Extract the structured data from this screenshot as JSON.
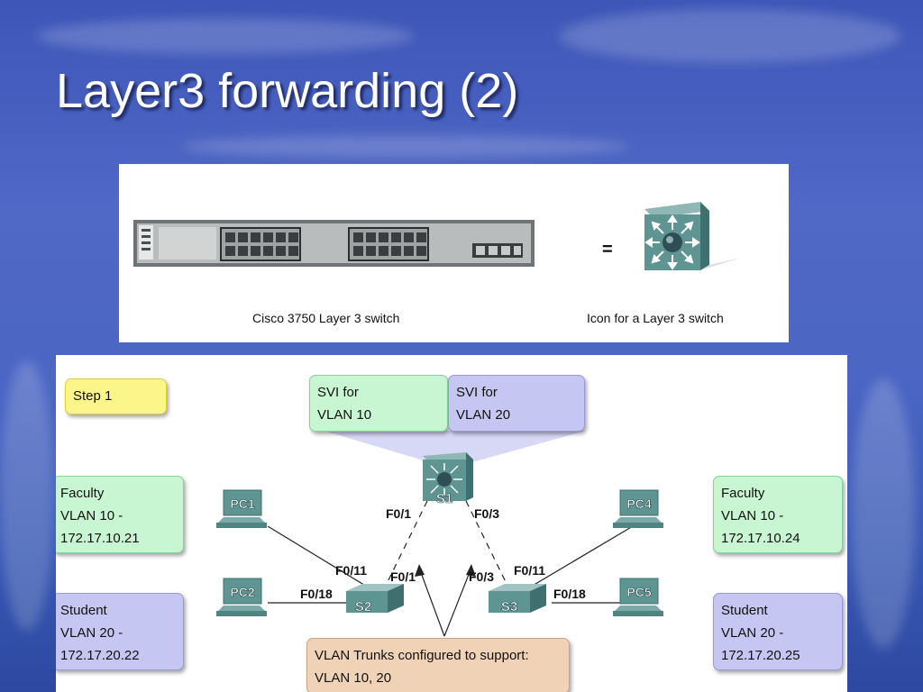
{
  "slide": {
    "title": "Layer3 forwarding (2)"
  },
  "top_panel": {
    "equals": "=",
    "switch_caption": "Cisco 3750 Layer 3 switch",
    "icon_caption": "Icon for a Layer 3 switch"
  },
  "diagram": {
    "step": "Step 1",
    "svi_vlan10": "SVI for\nVLAN 10",
    "svi_vlan20": "SVI for\nVLAN 20",
    "left_faculty": "Faculty\nVLAN 10 -\n172.17.10.21",
    "left_student": "Student\nVLAN 20 -\n172.17.20.22",
    "right_faculty": "Faculty\nVLAN 10 -\n172.17.10.24",
    "right_student": "Student\nVLAN 20 -\n172.17.20.25",
    "trunk_note": "VLAN Trunks configured to support:\nVLAN 10, 20",
    "devices": {
      "s1": "S1",
      "s2": "S2",
      "s3": "S3",
      "pc1": "PC1",
      "pc2": "PC2",
      "pc4": "PC4",
      "pc5": "PC5"
    },
    "ports": {
      "s1_left": "F0/1",
      "s1_right": "F0/3",
      "s2_pc1": "F0/11",
      "s2_pc2": "F0/18",
      "s2_uplink": "F0/1",
      "s3_uplink": "F0/3",
      "s3_pc4": "F0/11",
      "s3_pc5": "F0/18"
    }
  }
}
